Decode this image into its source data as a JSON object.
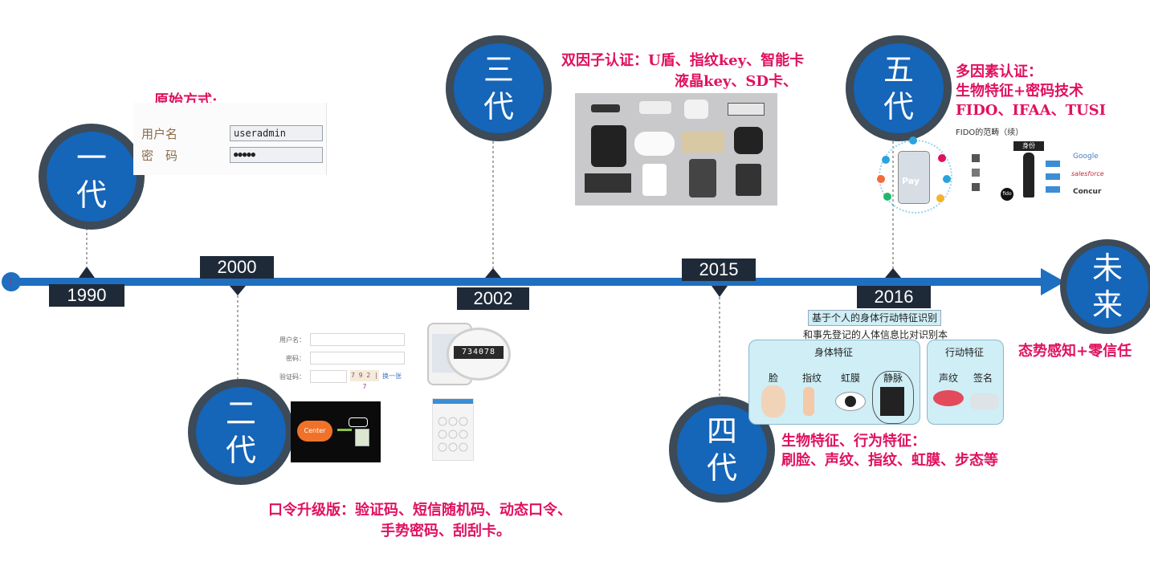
{
  "timeline": {
    "years": [
      "1990",
      "2000",
      "2002",
      "2015",
      "2016"
    ]
  },
  "generations": [
    {
      "line1": "一",
      "line2": "代"
    },
    {
      "line1": "二",
      "line2": "代"
    },
    {
      "line1": "三",
      "line2": "代"
    },
    {
      "line1": "四",
      "line2": "代"
    },
    {
      "line1": "五",
      "line2": "代"
    },
    {
      "line1": "未",
      "line2": "来"
    }
  ],
  "gen1": {
    "caption": "原始方式:",
    "username_label": "用户名",
    "username_value": "useradmin",
    "password_label": "密　码",
    "password_value": "●●●●●"
  },
  "gen2": {
    "form_username": "用户名：",
    "form_password": "密码：",
    "form_captcha": "验证码：",
    "captcha_text": "7 9 2 | 7",
    "captcha_refresh": "换一张",
    "phone_code": "734078",
    "cloud_label": "Center",
    "caption_line1": "口令升级版：验证码、短信随机码、动态口令、",
    "caption_line2": "手势密码、刮刮卡。"
  },
  "gen3": {
    "caption_line1": "双因子认证：U盾、指纹key、智能卡",
    "caption_line2": "液晶key、SD卡、"
  },
  "gen4": {
    "header1": "基于个人的身体行动特征识别",
    "header2": "和事先登记的人体信息比对识别本人",
    "body_title": "身体特征",
    "body_traits": [
      "脸",
      "指纹",
      "虹膜",
      "静脉"
    ],
    "action_title": "行动特征",
    "action_traits": [
      "声纹",
      "签名"
    ],
    "caption_line1": "生物特征、行为特征：",
    "caption_line2": "刷脸、声纹、指纹、虹膜、步态等"
  },
  "gen5": {
    "caption_line1": "多因素认证：",
    "caption_line2": "生物特征+密码技术",
    "caption_line3": "FIDO、IFAA、TUSI",
    "fido_title": "FIDO的范畴（续）",
    "pay_label": "Pay",
    "identity_label": "身份",
    "google_label": "Google",
    "salesforce_label": "salesforce",
    "concur_label": "Concur",
    "fido_label": "fido"
  },
  "future": {
    "caption": "态势感知+零信任"
  },
  "colors": {
    "axis": "#1f6fc0",
    "circle_fill": "#1565b8",
    "circle_ring": "#3d4a57",
    "caption": "#e0115f",
    "year_box": "#1f2a38"
  }
}
